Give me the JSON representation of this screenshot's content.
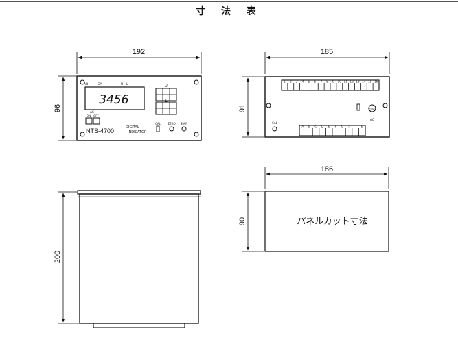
{
  "title": "寸 法 表",
  "front_view": {
    "width_dim": "192",
    "height_dim": "96",
    "display_value": "3456",
    "display_top_labels": [
      "AB",
      "GA",
      "U",
      "L"
    ],
    "model": "NTS-4700",
    "product_name_line1": "DIGITAL",
    "product_name_line2": "INDICATOR",
    "power_label": "AC",
    "switch_labels": [
      "ON",
      "OFF"
    ],
    "bottom_labels": [
      "CAL",
      "ZERO",
      "SPAN"
    ],
    "upper_label": "U",
    "lower_label": "L"
  },
  "rear_view": {
    "width_dim": "185",
    "height_dim": "91",
    "top_terminals": [
      "1",
      "2",
      "3",
      "4",
      "5",
      "6",
      "7",
      "8",
      "9",
      "10",
      "11",
      "12",
      "13",
      "14",
      "15",
      "16"
    ],
    "bottom_terminals": [
      "A",
      "B",
      "C",
      "D",
      "E",
      "F",
      "G",
      "+",
      "-",
      "E"
    ],
    "cal_label": "CAL",
    "fuse_label": "FUSE",
    "ac_label": "AC"
  },
  "side_view": {
    "depth_dim": "200"
  },
  "panel_cut": {
    "width_dim": "186",
    "height_dim": "90",
    "label": "パネルカット寸法"
  }
}
